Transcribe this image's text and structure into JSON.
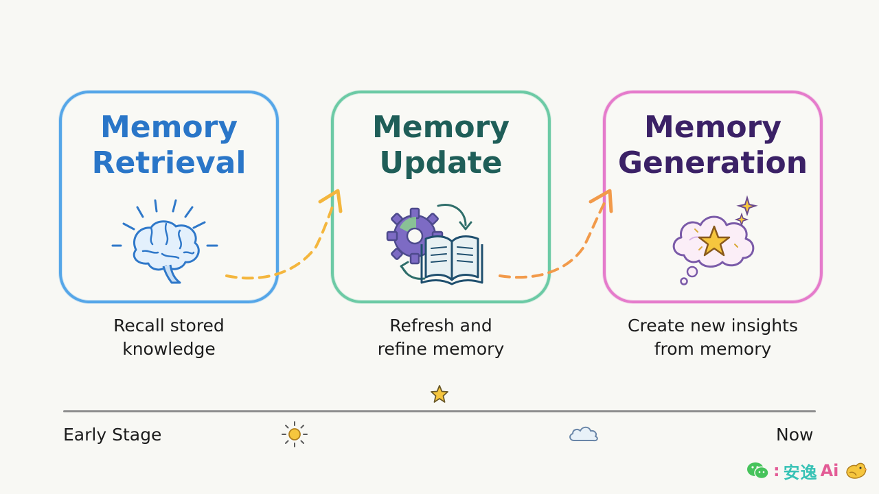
{
  "cards": [
    {
      "title_line1": "Memory",
      "title_line2": "Retrieval",
      "desc_line1": "Recall stored",
      "desc_line2": "knowledge",
      "icon": "brain-icon",
      "color": "#55a6e8"
    },
    {
      "title_line1": "Memory",
      "title_line2": "Update",
      "desc_line1": "Refresh and",
      "desc_line2": "refine memory",
      "icon": "gear-book-icon",
      "color": "#6ccaa5"
    },
    {
      "title_line1": "Memory",
      "title_line2": "Generation",
      "desc_line1": "Create new insights",
      "desc_line2": "from memory",
      "icon": "thought-cloud-star-icon",
      "color": "#e57bcb"
    }
  ],
  "timeline": {
    "start_label": "Early Stage",
    "end_label": "Now"
  },
  "watermark": {
    "text": "安逸",
    "ai": "Ai",
    "separator": ":"
  },
  "colors": {
    "arrow": "#f4b63d",
    "arrow2": "#f29a4a",
    "background": "#f8f8f4"
  }
}
